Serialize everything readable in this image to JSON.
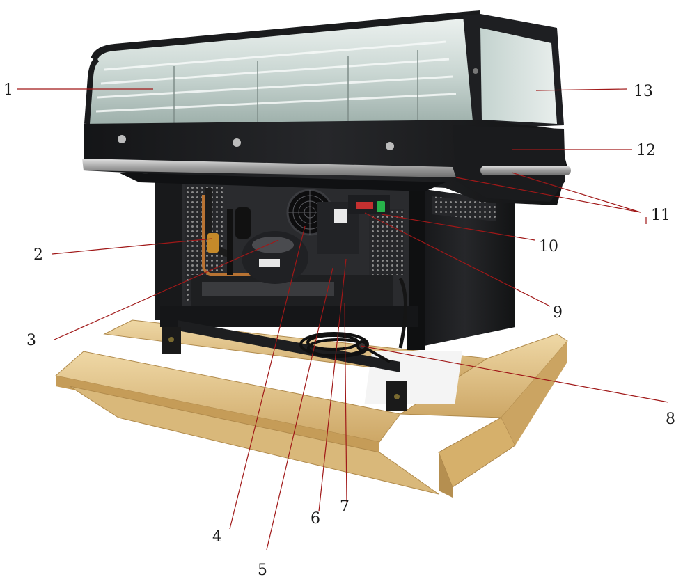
{
  "callouts": [
    {
      "id": "1",
      "label": "1"
    },
    {
      "id": "2",
      "label": "2"
    },
    {
      "id": "3",
      "label": "3"
    },
    {
      "id": "4",
      "label": "4"
    },
    {
      "id": "5",
      "label": "5"
    },
    {
      "id": "6",
      "label": "6"
    },
    {
      "id": "7",
      "label": "7"
    },
    {
      "id": "8",
      "label": "8"
    },
    {
      "id": "9",
      "label": "9"
    },
    {
      "id": "10",
      "label": "10"
    },
    {
      "id": "11",
      "label": "11"
    },
    {
      "id": "12",
      "label": "12"
    },
    {
      "id": "13",
      "label": "13"
    }
  ],
  "colors": {
    "leader_line": "#a01818",
    "cabinet": "#1b1c1e",
    "glass": "#cfdcd8",
    "wood": "#e2c48a",
    "steel": "#a8a8a8"
  }
}
